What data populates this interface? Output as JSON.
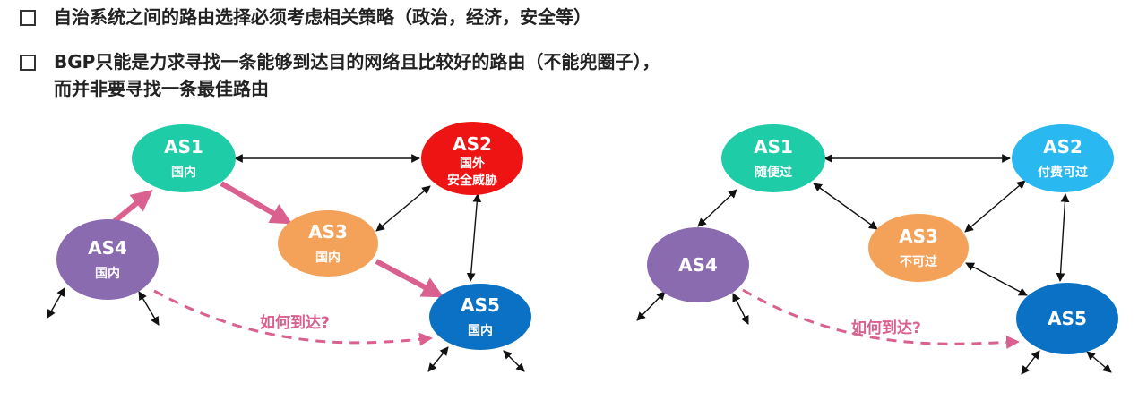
{
  "bullets": [
    {
      "lines": [
        "自治系统之间的路由选择必须考虑相关策略（政治，经济，安全等）"
      ]
    },
    {
      "lines": [
        "BGP只能是力求寻找一条能够到达目的网络且比较好的路由（不能兜圈子），",
        "而并非要寻找一条最佳路由"
      ]
    }
  ],
  "diagrams": [
    {
      "question": "如何到达?",
      "nodes": {
        "as1": {
          "name": "AS1",
          "sub": [
            "国内"
          ],
          "color": "#1ecda7"
        },
        "as2": {
          "name": "AS2",
          "sub": [
            "国外",
            "安全威胁"
          ],
          "color": "#ee1414"
        },
        "as3": {
          "name": "AS3",
          "sub": [
            "国内"
          ],
          "color": "#f4a259"
        },
        "as4": {
          "name": "AS4",
          "sub": [
            "国内"
          ],
          "color": "#8a6bb0"
        },
        "as5": {
          "name": "AS5",
          "sub": [
            "国内"
          ],
          "color": "#0a71c4"
        }
      }
    },
    {
      "question": "如何到达?",
      "nodes": {
        "as1": {
          "name": "AS1",
          "sub": [
            "随便过"
          ],
          "color": "#1ecda7"
        },
        "as2": {
          "name": "AS2",
          "sub": [
            "付费可过"
          ],
          "color": "#29b8ef"
        },
        "as3": {
          "name": "AS3",
          "sub": [
            "不可过"
          ],
          "color": "#f4a259"
        },
        "as4": {
          "name": "AS4",
          "sub": [],
          "color": "#8a6bb0"
        },
        "as5": {
          "name": "AS5",
          "sub": [],
          "color": "#0a71c4"
        }
      }
    }
  ],
  "colors": {
    "path": "#d9608f",
    "link": "#111111"
  }
}
